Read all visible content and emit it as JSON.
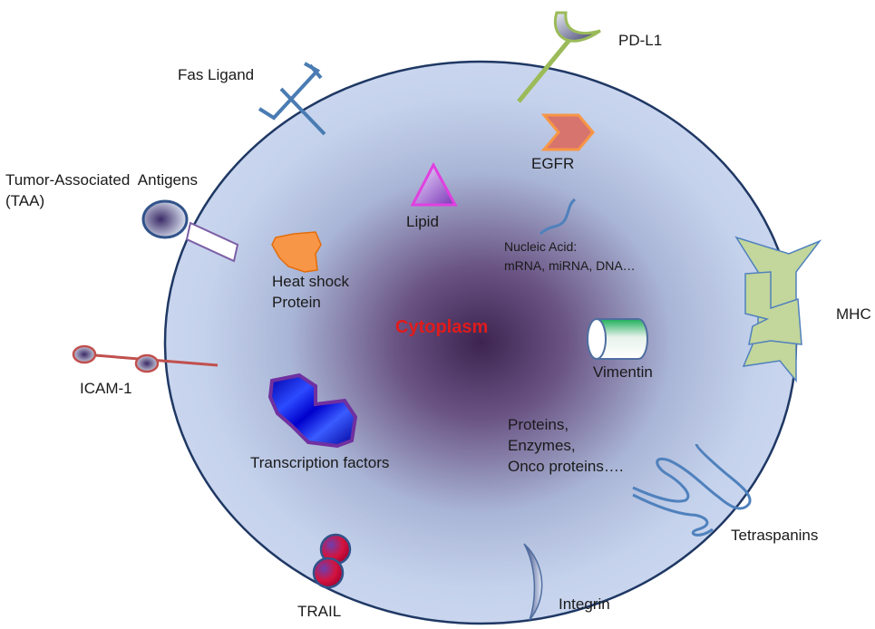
{
  "center": {
    "title": "Cytoplasm"
  },
  "labels": {
    "pd_l1": "PD-L1",
    "fas_ligand": "Fas Ligand",
    "taa": "Tumor-Associated  Antigens\n(TAA)",
    "egfr": "EGFR",
    "lipid": "Lipid",
    "nucleic_acid": "Nucleic Acid:\nmRNA, miRNA, DNA…",
    "heat_shock": "Heat shock\nProtein",
    "mhc": "MHC",
    "icam1": "ICAM-1",
    "vimentin": "Vimentin",
    "transcription": "Transcription factors",
    "proteins": "Proteins,\nEnzymes,\nOnco proteins….",
    "tetraspanins": "Tetraspanins",
    "trail": "TRAIL",
    "integrin": "Integrin"
  },
  "colors": {
    "cell_fill": "#c9d6ee",
    "cell_border": "#1f3864",
    "center_glow": "#4b2e5a",
    "title_red": "#e01b1b",
    "pd_l1_stem": "#9bbb59",
    "fas": "#4a7cb3",
    "egfr": "#d8746e",
    "egfr_border": "#f79646",
    "lipid": "#b04fd6",
    "hsp": "#f79646",
    "mhc": "#c3d69b",
    "icam": "#c0504d",
    "vimentin": "#66cc99",
    "tf_blue": "#0000cc",
    "tf_border": "#7030a0",
    "tetraspanin": "#4f81bd",
    "trail": "#cc0033"
  }
}
